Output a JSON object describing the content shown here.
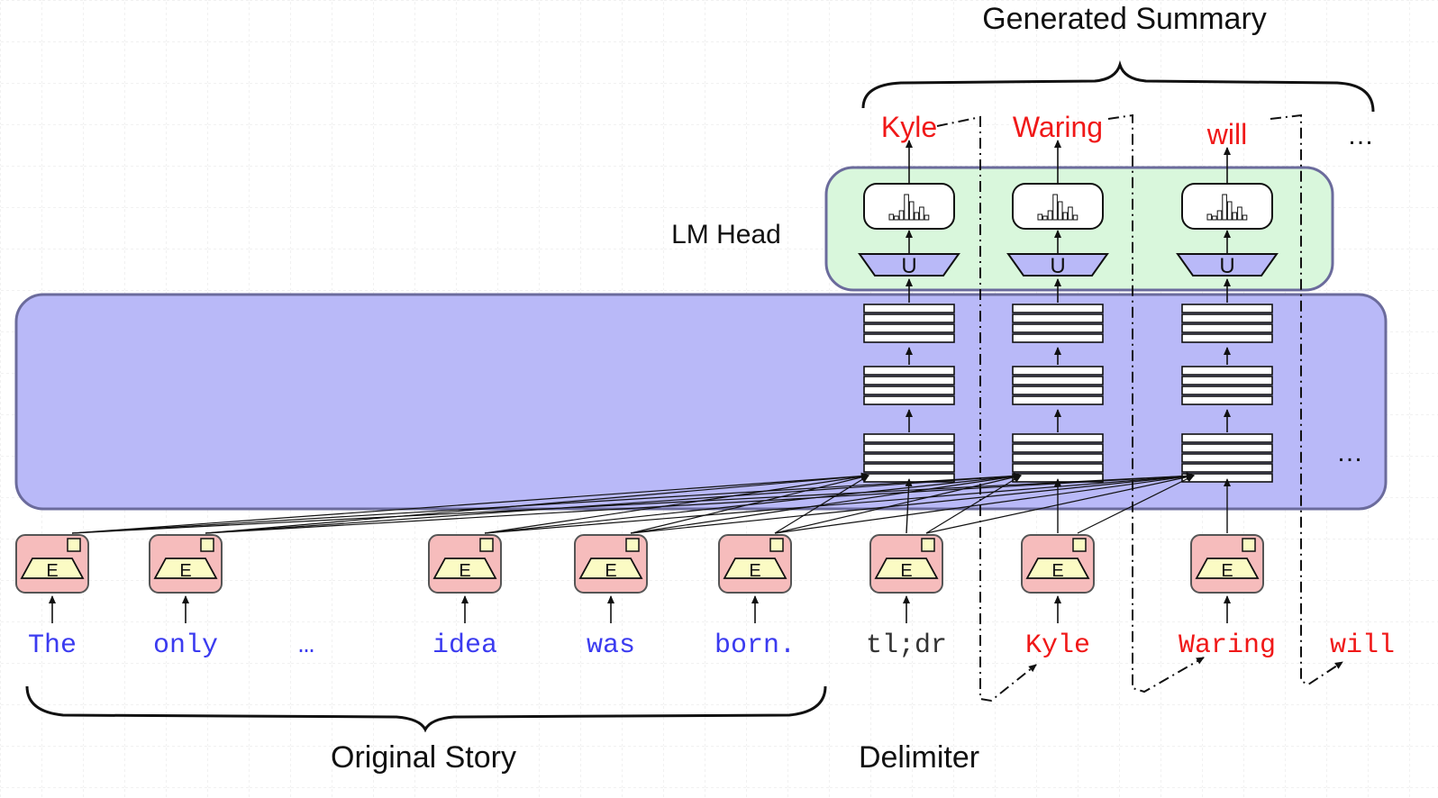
{
  "colors": {
    "transformer_fill": "#b9b9f8",
    "transformer_stroke": "#6b6b9c",
    "lmhead_fill": "#d9f7dc",
    "lmhead_stroke": "#6b6b9c",
    "embed_fill": "#f6bcbc",
    "embed_inner": "#fbfbc4",
    "input_blue": "#3b3bf0",
    "generated_red": "#f01818",
    "delim_gray": "#333333",
    "grid": "#e3e3e3"
  },
  "labels": {
    "generated_summary": "Generated Summary",
    "lm_head": "LM Head",
    "original_story": "Original Story",
    "delimiter": "Delimiter",
    "ellipsis_top": "…",
    "ellipsis_mid": "…"
  },
  "embedding_letter": "E",
  "unembedding_letter": "U",
  "input_tokens": [
    {
      "text": "The",
      "color": "#3b3bf0",
      "has_embedding": true
    },
    {
      "text": "only",
      "color": "#3b3bf0",
      "has_embedding": true
    },
    {
      "text": "…",
      "color": "#3b3bf0",
      "has_embedding": false
    },
    {
      "text": "idea",
      "color": "#3b3bf0",
      "has_embedding": true
    },
    {
      "text": "was",
      "color": "#3b3bf0",
      "has_embedding": true
    },
    {
      "text": "born.",
      "color": "#3b3bf0",
      "has_embedding": true
    },
    {
      "text": "tl;dr",
      "color": "#333333",
      "has_embedding": true
    },
    {
      "text": "Kyle",
      "color": "#f01818",
      "has_embedding": true
    },
    {
      "text": "Waring",
      "color": "#f01818",
      "has_embedding": true
    },
    {
      "text": "will",
      "color": "#f01818",
      "has_embedding": false
    }
  ],
  "output_tokens": [
    {
      "text": "Kyle",
      "color": "#f01818"
    },
    {
      "text": "Waring",
      "color": "#f01818"
    },
    {
      "text": "will",
      "color": "#f01818"
    }
  ],
  "icons": {
    "embedding": "trapezoid-embedding-icon",
    "unembedding": "inverted-trapezoid-icon",
    "softmax": "histogram-icon",
    "layer": "stacked-bars-layer-icon"
  }
}
